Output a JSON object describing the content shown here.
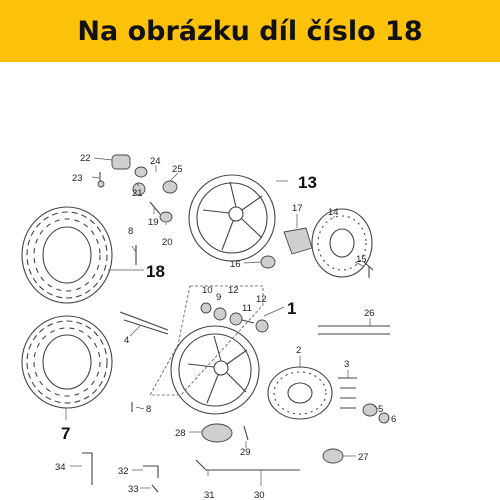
{
  "banner": {
    "text": "Na obrázku díl číslo 18",
    "background": "#fcc20a",
    "text_color": "#111111"
  },
  "callouts": [
    {
      "id": "22",
      "text": "22"
    },
    {
      "id": "23",
      "text": "23"
    },
    {
      "id": "24",
      "text": "24"
    },
    {
      "id": "25",
      "text": "25"
    },
    {
      "id": "21",
      "text": "21"
    },
    {
      "id": "19",
      "text": "19"
    },
    {
      "id": "20",
      "text": "20"
    },
    {
      "id": "8a",
      "text": "8"
    },
    {
      "id": "16",
      "text": "16"
    },
    {
      "id": "17",
      "text": "17"
    },
    {
      "id": "14",
      "text": "14"
    },
    {
      "id": "15",
      "text": "15"
    },
    {
      "id": "10",
      "text": "10"
    },
    {
      "id": "9",
      "text": "9"
    },
    {
      "id": "12a",
      "text": "12"
    },
    {
      "id": "12b",
      "text": "12"
    },
    {
      "id": "11",
      "text": "11"
    },
    {
      "id": "26",
      "text": "26"
    },
    {
      "id": "4",
      "text": "4"
    },
    {
      "id": "2",
      "text": "2"
    },
    {
      "id": "3",
      "text": "3"
    },
    {
      "id": "5",
      "text": "5"
    },
    {
      "id": "6",
      "text": "6"
    },
    {
      "id": "8b",
      "text": "8"
    },
    {
      "id": "28",
      "text": "28"
    },
    {
      "id": "29",
      "text": "29"
    },
    {
      "id": "27",
      "text": "27"
    },
    {
      "id": "34",
      "text": "34"
    },
    {
      "id": "32",
      "text": "32"
    },
    {
      "id": "33",
      "text": "33"
    },
    {
      "id": "31",
      "text": "31"
    },
    {
      "id": "30",
      "text": "30"
    }
  ],
  "major_callouts": [
    {
      "id": "13",
      "text": "13"
    },
    {
      "id": "18",
      "text": "18"
    },
    {
      "id": "1",
      "text": "1"
    },
    {
      "id": "7",
      "text": "7"
    }
  ]
}
